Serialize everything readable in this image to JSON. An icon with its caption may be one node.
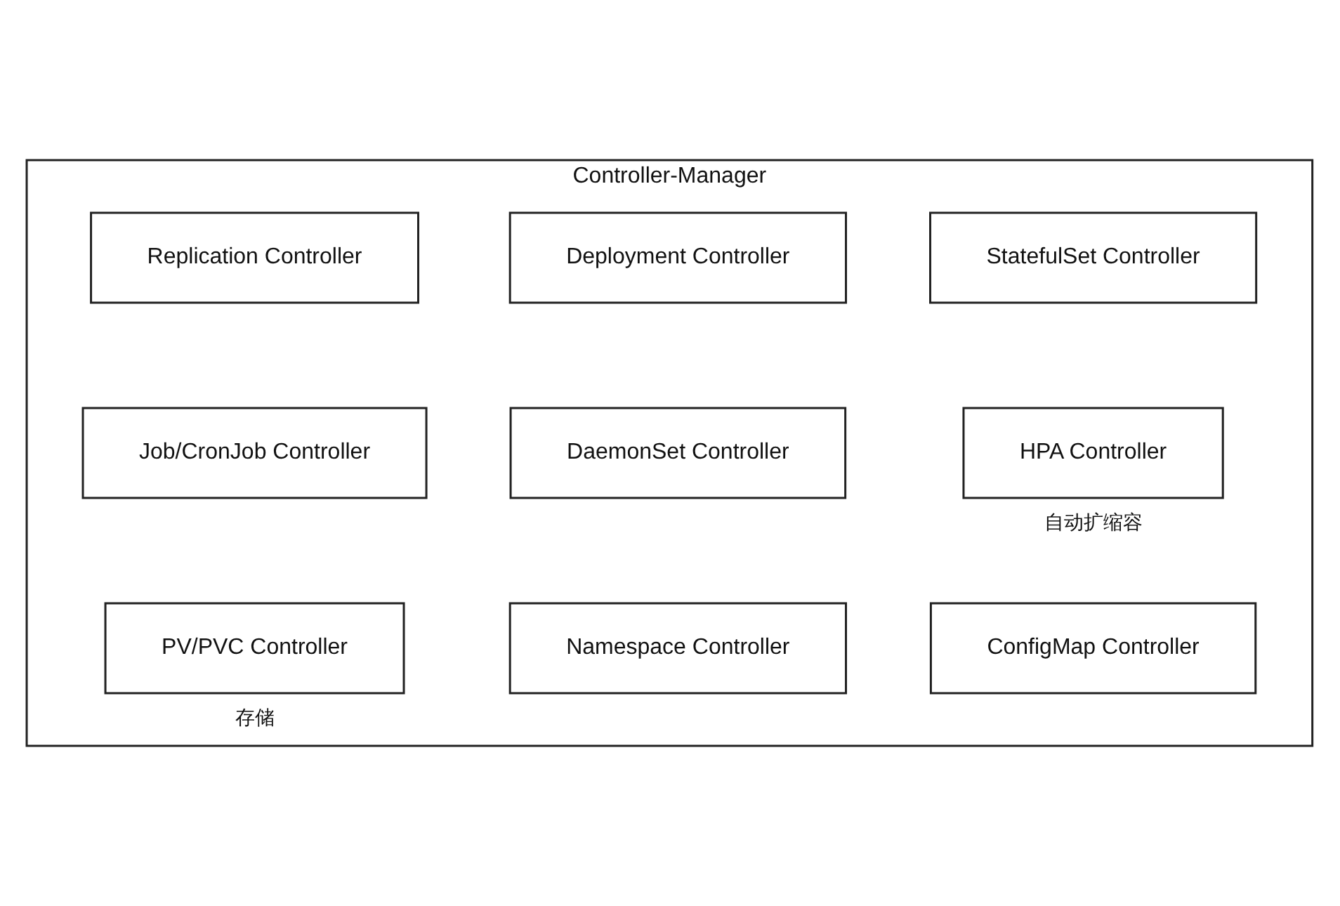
{
  "diagram": {
    "nodes": [
      {
        "text": [
          "Controller-Manager"
        ]
      },
      {
        "text": [
          "Replication Controller"
        ],
        "in": 0
      },
      {
        "text": [
          "Deployment Controller"
        ],
        "in": 0
      },
      {
        "text": [
          "StatefulSet Controller"
        ],
        "in": 0
      },
      {
        "text": [
          "Job/CronJob Controller"
        ],
        "in": 0
      },
      {
        "text": [
          "DaemonSet Controller"
        ],
        "in": 0
      },
      {
        "text": [
          "HPA Controller"
        ],
        "in": 0,
        "beside": [
          "自动扩缩容"
        ]
      },
      {
        "text": [
          "PV/PVC Controller"
        ],
        "in": 0,
        "beside": [
          "存储"
        ]
      },
      {
        "text": [
          "Namespace Controller"
        ],
        "in": 0
      },
      {
        "text": [
          "ConfigMap Controller"
        ],
        "in": 0
      }
    ]
  }
}
